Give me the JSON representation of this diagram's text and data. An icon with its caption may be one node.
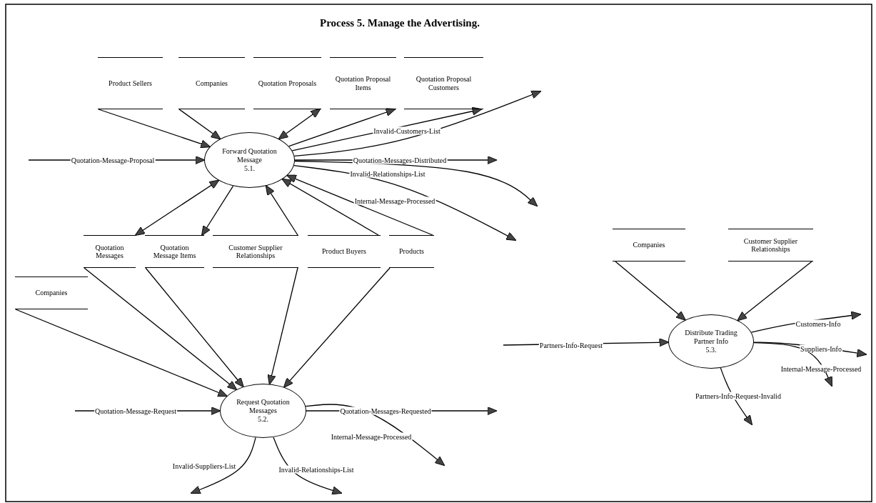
{
  "diagram": {
    "title": "Process 5. Manage the Advertising.",
    "nodes": [
      {
        "text": [
          "Product Sellers"
        ]
      },
      {
        "text": [
          "Companies"
        ]
      },
      {
        "text": [
          "Quotation Proposals"
        ]
      },
      {
        "text": [
          "Quotation Proposal Items"
        ]
      },
      {
        "text": [
          "Quotation Proposal Customers"
        ]
      },
      {
        "text": [
          "Forward Quotation Message",
          "5.1."
        ]
      },
      {
        "text": [
          "Quotation Messages"
        ]
      },
      {
        "text": [
          "Quotation Message Items"
        ]
      },
      {
        "text": [
          "Customer Supplier Relationships"
        ]
      },
      {
        "text": [
          "Product Buyers"
        ]
      },
      {
        "text": [
          "Products"
        ]
      },
      {
        "text": [
          "Companies"
        ]
      },
      {
        "text": [
          "Request Quotation Messages",
          "5.2."
        ]
      },
      {
        "text": [
          "Companies"
        ]
      },
      {
        "text": [
          "Customer Supplier Relationships"
        ]
      },
      {
        "text": [
          "Distribute Trading Partner Info",
          "5.3."
        ]
      }
    ],
    "edges": [
      {
        "from": 0,
        "to": 5,
        "arrow": "to"
      },
      {
        "from": 1,
        "to": 5,
        "arrow": "to"
      },
      {
        "from": 2,
        "to": 5,
        "arrow": "both"
      },
      {
        "from": 5,
        "to": 3,
        "arrow": "to"
      },
      {
        "from": 5,
        "to": 4,
        "arrow": "to"
      },
      {
        "from": 5,
        "to": null,
        "arrow": "to",
        "label": "Invalid-Customers-List"
      },
      {
        "from": 5,
        "to": null,
        "arrow": "to",
        "label": "Quotation-Messages-Distributed"
      },
      {
        "from": 5,
        "to": null,
        "arrow": "to",
        "label": "Invalid-Relationships-List"
      },
      {
        "from": 5,
        "to": null,
        "arrow": "to",
        "label": "Internal-Message-Processed"
      },
      {
        "from": null,
        "to": 5,
        "arrow": "to",
        "label": "Quotation-Message-Proposal"
      },
      {
        "from": 6,
        "to": 5,
        "arrow": "both"
      },
      {
        "from": 5,
        "to": 7,
        "arrow": "to"
      },
      {
        "from": 8,
        "to": 5,
        "arrow": "to"
      },
      {
        "from": 9,
        "to": 5,
        "arrow": "to"
      },
      {
        "from": 10,
        "to": 5,
        "arrow": "to"
      },
      {
        "from": 11,
        "to": 12,
        "arrow": "to"
      },
      {
        "from": 6,
        "to": 12,
        "arrow": "to"
      },
      {
        "from": 7,
        "to": 12,
        "arrow": "to"
      },
      {
        "from": 8,
        "to": 12,
        "arrow": "to"
      },
      {
        "from": 10,
        "to": 12,
        "arrow": "to"
      },
      {
        "from": null,
        "to": 12,
        "arrow": "to",
        "label": "Quotation-Message-Request"
      },
      {
        "from": 12,
        "to": null,
        "arrow": "to",
        "label": "Quotation-Messages-Requested"
      },
      {
        "from": 12,
        "to": null,
        "arrow": "to",
        "label": "Internal-Message-Processed"
      },
      {
        "from": 12,
        "to": null,
        "arrow": "to",
        "label": "Invalid-Suppliers-List"
      },
      {
        "from": 12,
        "to": null,
        "arrow": "to",
        "label": "Invalid-Relationships-List"
      },
      {
        "from": 13,
        "to": 15,
        "arrow": "to"
      },
      {
        "from": 14,
        "to": 15,
        "arrow": "to"
      },
      {
        "from": null,
        "to": 15,
        "arrow": "to",
        "label": "Partners-Info-Request"
      },
      {
        "from": 15,
        "to": null,
        "arrow": "to",
        "label": "Customers-Info"
      },
      {
        "from": 15,
        "to": null,
        "arrow": "to",
        "label": "Suppliers-Info"
      },
      {
        "from": 15,
        "to": null,
        "arrow": "to",
        "label": "Internal-Message-Processed"
      },
      {
        "from": 15,
        "to": null,
        "arrow": "to",
        "label": "Partners-Info-Request-Invalid"
      }
    ]
  }
}
